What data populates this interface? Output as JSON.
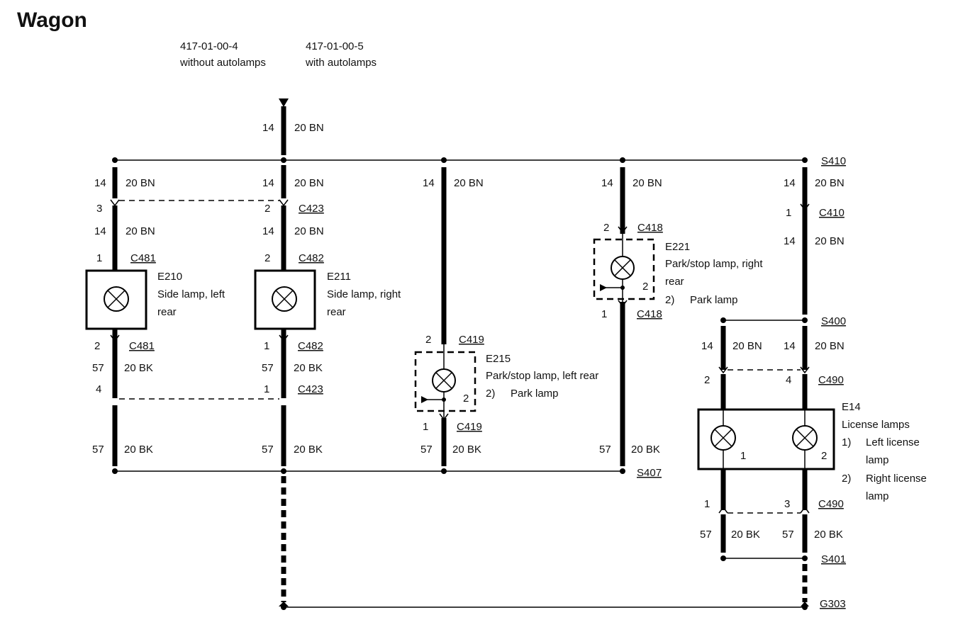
{
  "page": {
    "title": "Wagon"
  },
  "references": [
    {
      "code": "417-01-00-4",
      "note": "without autolamps"
    },
    {
      "code": "417-01-00-5",
      "note": "with autolamps"
    }
  ],
  "wires": {
    "circuit_14": "14",
    "circuit_57": "57",
    "bn": "20 BN",
    "bk": "20 BK"
  },
  "splices": {
    "s410": "S410",
    "s400": "S400",
    "s407": "S407",
    "s401": "S401",
    "g303": "G303"
  },
  "connectors": {
    "c423": "C423",
    "c481": "C481",
    "c482": "C482",
    "c419": "C419",
    "c418": "C418",
    "c410": "C410",
    "c490": "C490"
  },
  "pins": {
    "p1": "1",
    "p2": "2",
    "p3": "3",
    "p4": "4"
  },
  "components": {
    "e210": {
      "id": "E210",
      "line1": "Side lamp, left",
      "line2": "rear"
    },
    "e211": {
      "id": "E211",
      "line1": "Side lamp, right",
      "line2": "rear"
    },
    "e215": {
      "id": "E215",
      "line1": "Park/stop lamp, left rear",
      "note_num": "2)",
      "note": "Park lamp"
    },
    "e221": {
      "id": "E221",
      "line1": "Park/stop lamp, right",
      "line2": "rear",
      "note_num": "2)",
      "note": "Park lamp"
    },
    "e14": {
      "id": "E14",
      "line1": "License lamps",
      "n1": "1)",
      "n1a": "Left license",
      "n1b": "lamp",
      "n2": "2)",
      "n2a": "Right license",
      "n2b": "lamp"
    }
  }
}
